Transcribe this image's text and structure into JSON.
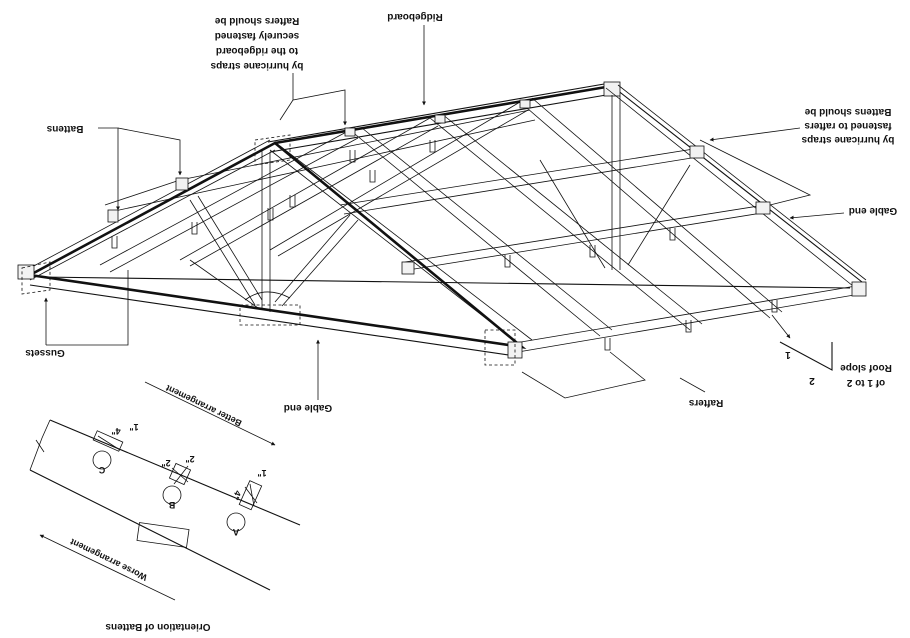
{
  "labels": {
    "rafters_fastened": [
      "Rafters should be",
      "securely fastened",
      "to the ridgeboard",
      "by hurricane straps"
    ],
    "ridgeboard": "Ridgeboard",
    "battens": "Battens",
    "battens_fastened": [
      "Battens should be",
      "fastened to rafters",
      "by hurricane straps"
    ],
    "gable_end_right": "Gable end",
    "gable_end_bottom": "Gable end",
    "gussets": "Gussets",
    "rafters": "Rafters",
    "roof_slope": [
      "Roof slope",
      "of 1 to 2"
    ],
    "slope_rise": "1",
    "slope_run": "2"
  },
  "inset": {
    "better": "Better arrangement",
    "worse": "Worse arrangement",
    "title": "Orientation of Battens",
    "options": [
      {
        "letter": "A",
        "dim_long": "4\"",
        "dim_short": "1\""
      },
      {
        "letter": "B",
        "dim_long": "2\"",
        "dim_short": "2\""
      },
      {
        "letter": "C",
        "dim_long": "4\"",
        "dim_short": "1\""
      }
    ]
  }
}
